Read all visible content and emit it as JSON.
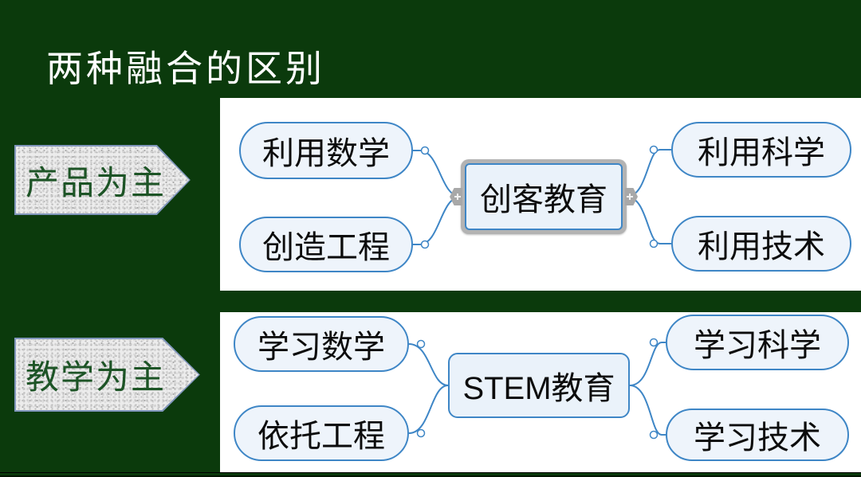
{
  "slide": {
    "title": "两种融合的区别",
    "background_color": "#0b3a0c",
    "accent_blue": "#3e86c6",
    "node_fill": "#eef4fb",
    "selection_gray": "#b3b3b3",
    "arrow_text_color": "#1d5426"
  },
  "side_labels": [
    {
      "label": "产品为主"
    },
    {
      "label": "教学为主"
    }
  ],
  "maps": [
    {
      "center": "创客教育",
      "selected": true,
      "left": [
        "利用数学",
        "创造工程"
      ],
      "right": [
        "利用科学",
        "利用技术"
      ]
    },
    {
      "center": "STEM教育",
      "selected": false,
      "left": [
        "学习数学",
        "依托工程"
      ],
      "right": [
        "学习科学",
        "学习技术"
      ]
    }
  ]
}
